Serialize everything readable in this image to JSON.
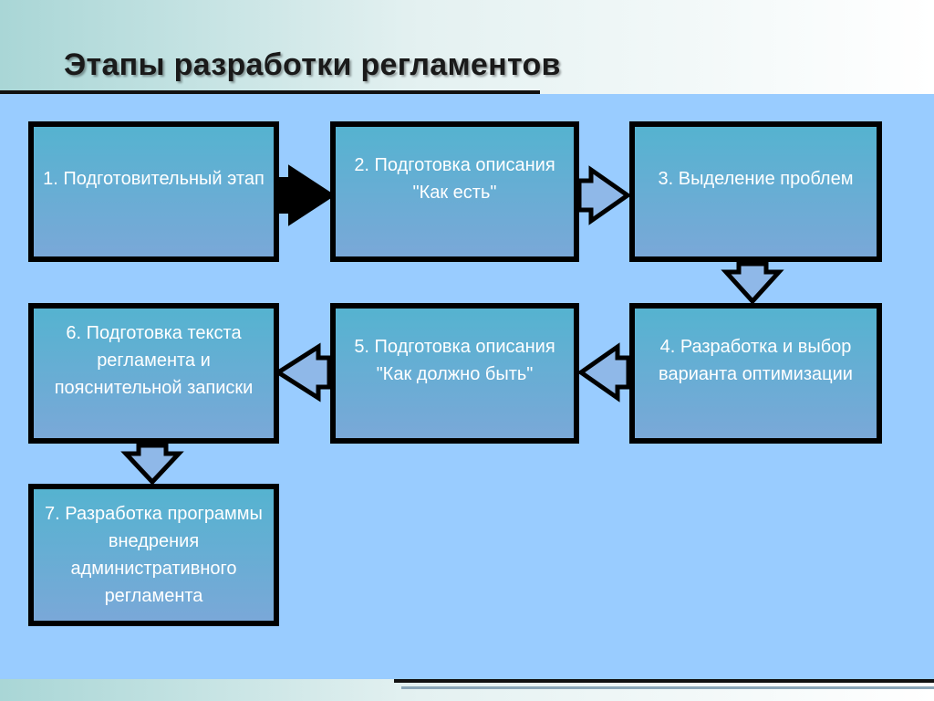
{
  "title": "Этапы разработки регламентов",
  "steps": [
    {
      "label": "1. Подготовительный этап"
    },
    {
      "label": "2. Подготовка описания \"Как есть\""
    },
    {
      "label": "3. Выделение проблем"
    },
    {
      "label": "4. Разработка и выбор варианта оптимизации"
    },
    {
      "label": "5. Подготовка описания \"Как должно быть\""
    },
    {
      "label": "6. Подготовка текста регламента и пояснительной записки"
    },
    {
      "label": "7. Разработка программы внедрения административного регламента"
    }
  ],
  "colors": {
    "panel": "#99ccff",
    "box_top": "#55b3d0",
    "box_bottom": "#7aa8d8",
    "arrow_fill": "#8fb8e8",
    "arrow_solid": "#000000"
  }
}
